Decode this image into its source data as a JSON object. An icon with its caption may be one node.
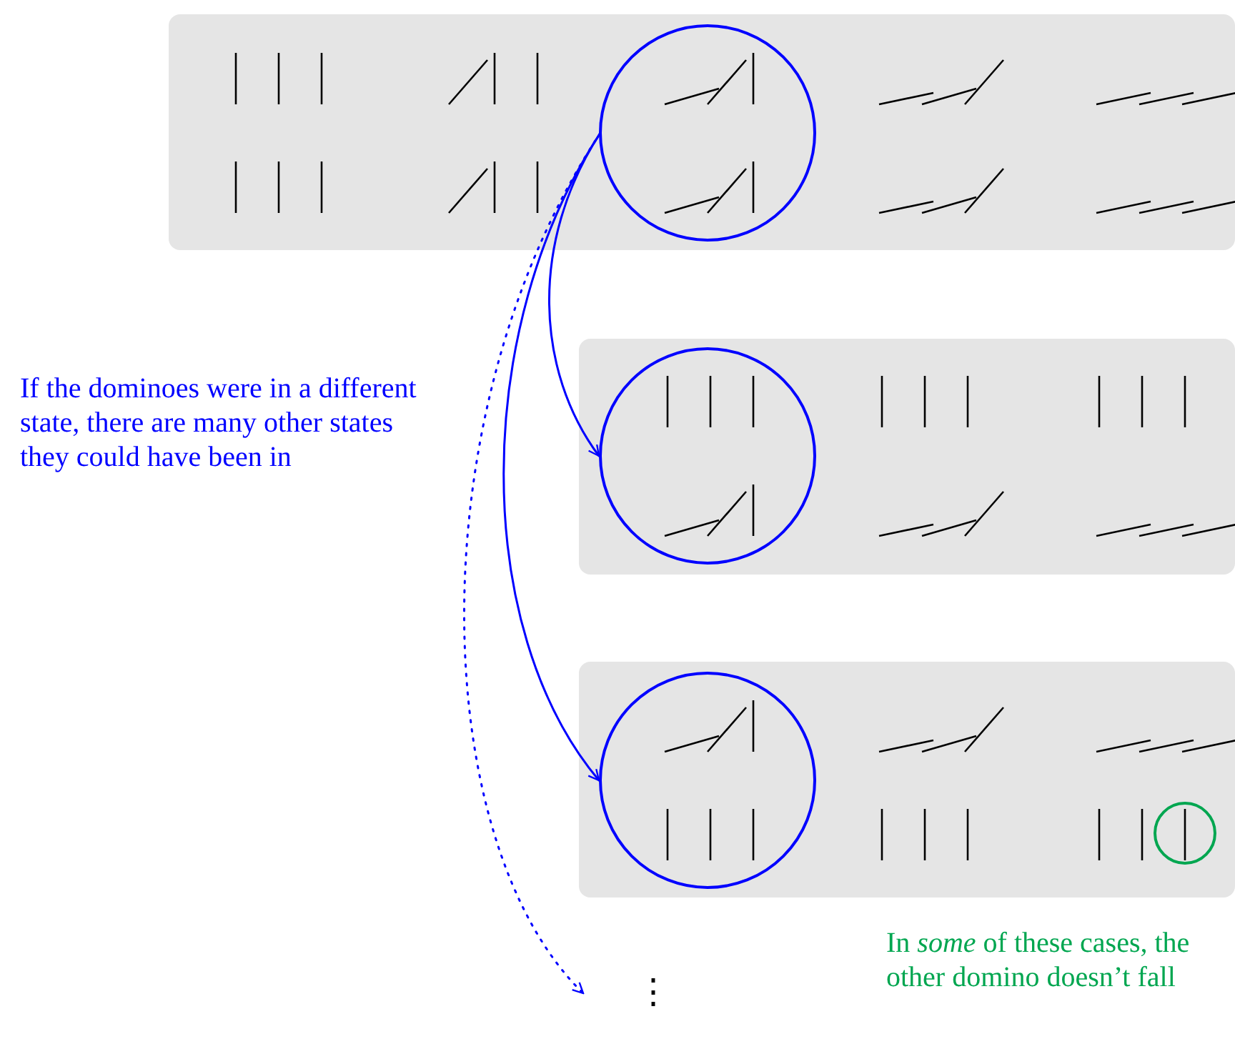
{
  "diagram": {
    "nodes": [
      {
        "text": [],
        "shape": "box"
      },
      {
        "text": [],
        "shape": "circle",
        "in": 0
      },
      {
        "text": [],
        "shape": "box"
      },
      {
        "text": [],
        "shape": "circle",
        "in": 2
      },
      {
        "text": [],
        "shape": "box"
      },
      {
        "text": [],
        "shape": "circle",
        "in": 4
      },
      {
        "text": [],
        "shape": "circle",
        "in": 4
      },
      {
        "text": [
          "⋮"
        ]
      }
    ],
    "edges": [
      {
        "from": 1,
        "to": 3,
        "arrow": "to"
      },
      {
        "from": 1,
        "to": 5,
        "arrow": "to"
      },
      {
        "from": 1,
        "to": 7,
        "arrow": "to",
        "style": "dashed"
      }
    ],
    "labels": [
      "If the dominoes were in a different state, there are many other states they could have been in",
      "In *some* of these cases, the other domino doesn’t fall"
    ]
  }
}
